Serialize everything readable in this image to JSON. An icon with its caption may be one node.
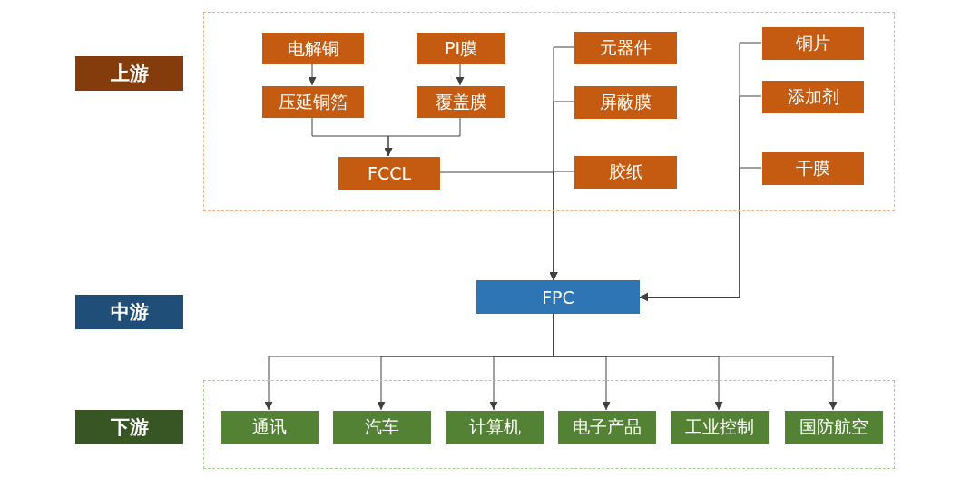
{
  "diagram": {
    "nodes": [
      {
        "text": [],
        "shape": "box"
      },
      {
        "text": [
          "上游"
        ]
      },
      {
        "text": [
          "电解铜"
        ],
        "in": 0
      },
      {
        "text": [
          "PI膜"
        ],
        "in": 0
      },
      {
        "text": [
          "元器件"
        ],
        "in": 0
      },
      {
        "text": [
          "铜片"
        ],
        "in": 0
      },
      {
        "text": [
          "压延铜箔"
        ],
        "in": 0
      },
      {
        "text": [
          "覆盖膜"
        ],
        "in": 0
      },
      {
        "text": [
          "屏蔽膜"
        ],
        "in": 0
      },
      {
        "text": [
          "添加剂"
        ],
        "in": 0
      },
      {
        "text": [
          "FCCL"
        ],
        "in": 0
      },
      {
        "text": [
          "胶纸"
        ],
        "in": 0
      },
      {
        "text": [
          "干膜"
        ],
        "in": 0
      },
      {
        "text": [
          "中游"
        ]
      },
      {
        "text": [
          "FPC"
        ]
      },
      {
        "text": [],
        "shape": "box"
      },
      {
        "text": [
          "下游"
        ]
      },
      {
        "text": [
          "通讯"
        ],
        "in": 15
      },
      {
        "text": [
          "汽车"
        ],
        "in": 15
      },
      {
        "text": [
          "计算机"
        ],
        "in": 15
      },
      {
        "text": [
          "电子产品"
        ],
        "in": 15
      },
      {
        "text": [
          "工业控制"
        ],
        "in": 15
      },
      {
        "text": [
          "国防航空"
        ],
        "in": 15
      }
    ],
    "edges": [
      {
        "from": 2,
        "to": 6,
        "arrow": "to"
      },
      {
        "from": 3,
        "to": 7,
        "arrow": "to"
      },
      {
        "from": 6,
        "to": 10,
        "arrow": "to"
      },
      {
        "from": 7,
        "to": 10,
        "arrow": "to"
      },
      {
        "from": 4,
        "to": 14,
        "arrow": "to"
      },
      {
        "from": 8,
        "to": 14,
        "arrow": "to"
      },
      {
        "from": 11,
        "to": 14,
        "arrow": "to"
      },
      {
        "from": 10,
        "to": 14,
        "arrow": "to"
      },
      {
        "from": 5,
        "to": 14,
        "arrow": "to"
      },
      {
        "from": 9,
        "to": 14,
        "arrow": "to"
      },
      {
        "from": 12,
        "to": 14,
        "arrow": "to"
      },
      {
        "from": 14,
        "to": 17,
        "arrow": "to"
      },
      {
        "from": 14,
        "to": 18,
        "arrow": "to"
      },
      {
        "from": 14,
        "to": 19,
        "arrow": "to"
      },
      {
        "from": 14,
        "to": 20,
        "arrow": "to"
      },
      {
        "from": 14,
        "to": 21,
        "arrow": "to"
      },
      {
        "from": 14,
        "to": 22,
        "arrow": "to"
      }
    ]
  }
}
